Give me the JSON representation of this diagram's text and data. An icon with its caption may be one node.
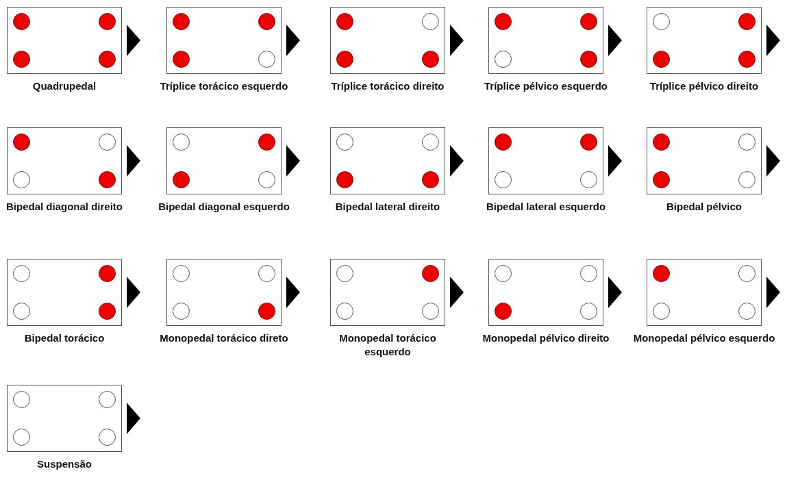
{
  "diagram": {
    "nodes": [
      {
        "text": [
          "Quadrupedal"
        ]
      },
      {
        "text": [],
        "shape": "dot",
        "in": 0
      },
      {
        "text": [],
        "shape": "dot",
        "in": 0
      },
      {
        "text": [],
        "shape": "dot",
        "in": 0
      },
      {
        "text": [],
        "shape": "dot",
        "in": 0
      },
      {
        "text": [
          "Tríplice torácico esquerdo"
        ]
      },
      {
        "text": [],
        "shape": "dot",
        "in": 5
      },
      {
        "text": [],
        "shape": "dot",
        "in": 5
      },
      {
        "text": [],
        "shape": "dot",
        "in": 5
      },
      {
        "text": [],
        "shape": "circle",
        "in": 5
      },
      {
        "text": [
          "Tríplice torácico direito"
        ]
      },
      {
        "text": [],
        "shape": "dot",
        "in": 10
      },
      {
        "text": [],
        "shape": "circle",
        "in": 10
      },
      {
        "text": [],
        "shape": "dot",
        "in": 10
      },
      {
        "text": [],
        "shape": "dot",
        "in": 10
      },
      {
        "text": [
          "Tríplice pélvico esquerdo"
        ]
      },
      {
        "text": [],
        "shape": "dot",
        "in": 15
      },
      {
        "text": [],
        "shape": "dot",
        "in": 15
      },
      {
        "text": [],
        "shape": "circle",
        "in": 15
      },
      {
        "text": [],
        "shape": "dot",
        "in": 15
      },
      {
        "text": [
          "Tríplice pélvico direito"
        ]
      },
      {
        "text": [],
        "shape": "circle",
        "in": 20
      },
      {
        "text": [],
        "shape": "dot",
        "in": 20
      },
      {
        "text": [],
        "shape": "dot",
        "in": 20
      },
      {
        "text": [],
        "shape": "dot",
        "in": 20
      },
      {
        "text": [
          "Bipedal diagonal direito"
        ]
      },
      {
        "text": [],
        "shape": "dot",
        "in": 25
      },
      {
        "text": [],
        "shape": "circle",
        "in": 25
      },
      {
        "text": [],
        "shape": "circle",
        "in": 25
      },
      {
        "text": [],
        "shape": "dot",
        "in": 25
      },
      {
        "text": [
          "Bipedal diagonal esquerdo"
        ]
      },
      {
        "text": [],
        "shape": "circle",
        "in": 30
      },
      {
        "text": [],
        "shape": "dot",
        "in": 30
      },
      {
        "text": [],
        "shape": "dot",
        "in": 30
      },
      {
        "text": [],
        "shape": "circle",
        "in": 30
      },
      {
        "text": [
          "Bipedal lateral direito"
        ]
      },
      {
        "text": [],
        "shape": "circle",
        "in": 35
      },
      {
        "text": [],
        "shape": "circle",
        "in": 35
      },
      {
        "text": [],
        "shape": "dot",
        "in": 35
      },
      {
        "text": [],
        "shape": "dot",
        "in": 35
      },
      {
        "text": [
          "Bipedal lateral esquerdo"
        ]
      },
      {
        "text": [],
        "shape": "dot",
        "in": 40
      },
      {
        "text": [],
        "shape": "dot",
        "in": 40
      },
      {
        "text": [],
        "shape": "circle",
        "in": 40
      },
      {
        "text": [],
        "shape": "circle",
        "in": 40
      },
      {
        "text": [
          "Bipedal pélvico"
        ]
      },
      {
        "text": [],
        "shape": "dot",
        "in": 45
      },
      {
        "text": [],
        "shape": "circle",
        "in": 45
      },
      {
        "text": [],
        "shape": "dot",
        "in": 45
      },
      {
        "text": [],
        "shape": "circle",
        "in": 45
      },
      {
        "text": [
          "Bipedal torácico"
        ]
      },
      {
        "text": [],
        "shape": "circle",
        "in": 50
      },
      {
        "text": [],
        "shape": "dot",
        "in": 50
      },
      {
        "text": [],
        "shape": "circle",
        "in": 50
      },
      {
        "text": [],
        "shape": "dot",
        "in": 50
      },
      {
        "text": [
          "Monopedal torácico direto"
        ]
      },
      {
        "text": [],
        "shape": "circle",
        "in": 55
      },
      {
        "text": [],
        "shape": "circle",
        "in": 55
      },
      {
        "text": [],
        "shape": "circle",
        "in": 55
      },
      {
        "text": [],
        "shape": "dot",
        "in": 55
      },
      {
        "text": [
          "Monopedal torácico esquerdo"
        ]
      },
      {
        "text": [],
        "shape": "circle",
        "in": 60
      },
      {
        "text": [],
        "shape": "dot",
        "in": 60
      },
      {
        "text": [],
        "shape": "circle",
        "in": 60
      },
      {
        "text": [],
        "shape": "circle",
        "in": 60
      },
      {
        "text": [
          "Monopedal pélvico direito"
        ]
      },
      {
        "text": [],
        "shape": "circle",
        "in": 65
      },
      {
        "text": [],
        "shape": "circle",
        "in": 65
      },
      {
        "text": [],
        "shape": "dot",
        "in": 65
      },
      {
        "text": [],
        "shape": "circle",
        "in": 65
      },
      {
        "text": [
          "Monopedal pélvico esquerdo"
        ]
      },
      {
        "text": [],
        "shape": "dot",
        "in": 70
      },
      {
        "text": [],
        "shape": "circle",
        "in": 70
      },
      {
        "text": [],
        "shape": "circle",
        "in": 70
      },
      {
        "text": [],
        "shape": "circle",
        "in": 70
      },
      {
        "text": [
          "Suspensão"
        ]
      },
      {
        "text": [],
        "shape": "circle",
        "in": 75
      },
      {
        "text": [],
        "shape": "circle",
        "in": 75
      },
      {
        "text": [],
        "shape": "circle",
        "in": 75
      },
      {
        "text": [],
        "shape": "circle",
        "in": 75
      }
    ]
  }
}
